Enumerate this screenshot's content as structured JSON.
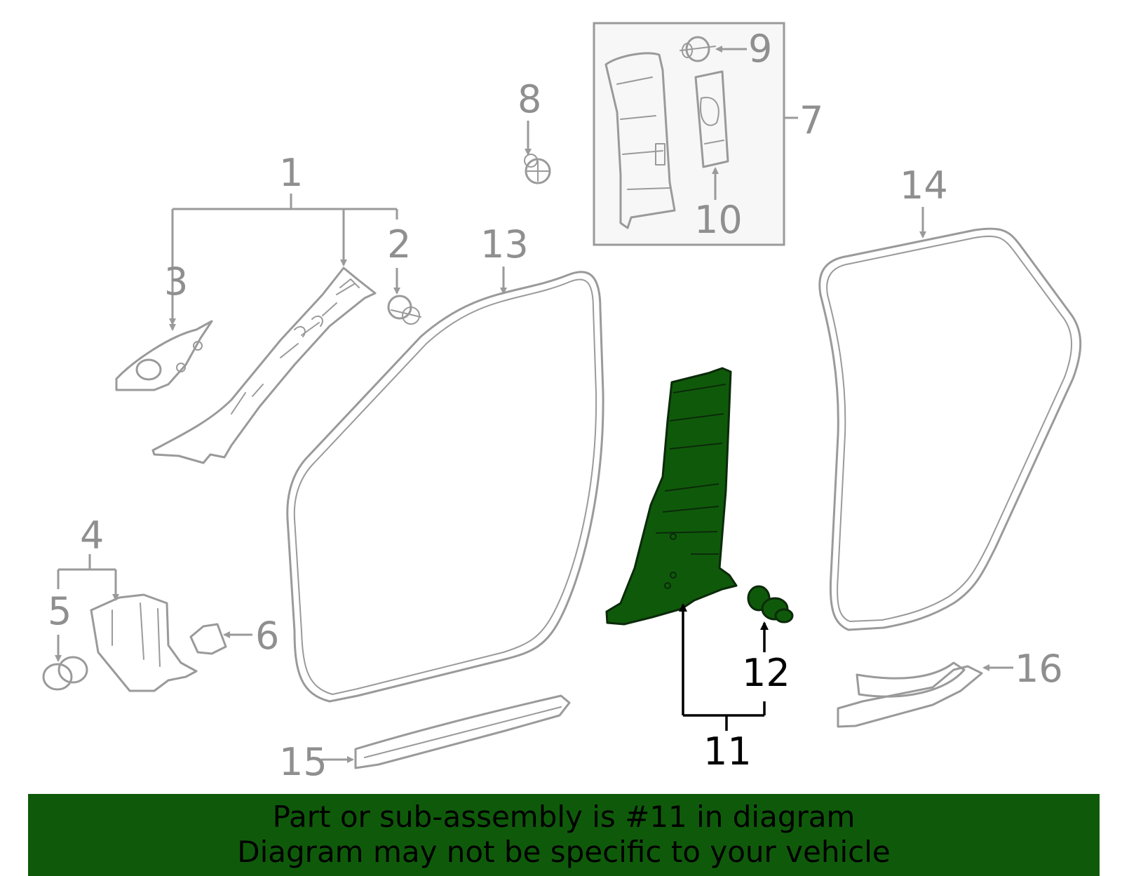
{
  "accent_color": "#0f5a0a",
  "callouts": {
    "c1": "1",
    "c2": "2",
    "c3": "3",
    "c4": "4",
    "c5": "5",
    "c6": "6",
    "c7": "7",
    "c8": "8",
    "c9": "9",
    "c10": "10",
    "c11": "11",
    "c12": "12",
    "c13": "13",
    "c14": "14",
    "c15": "15",
    "c16": "16"
  },
  "banner": {
    "line1": "Part or sub-assembly is #11 in diagram",
    "line2": "Diagram may not be specific to your vehicle"
  }
}
